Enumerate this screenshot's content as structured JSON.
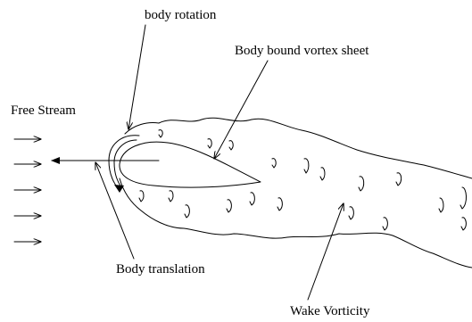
{
  "labels": {
    "body_rotation": "body rotation",
    "body_bound_vortex_sheet": "Body bound vortex sheet",
    "free_stream": "Free Stream",
    "body_translation": "Body translation",
    "wake_vorticity": "Wake Vorticity"
  },
  "colors": {
    "ink": "#000000",
    "background": "#ffffff"
  }
}
